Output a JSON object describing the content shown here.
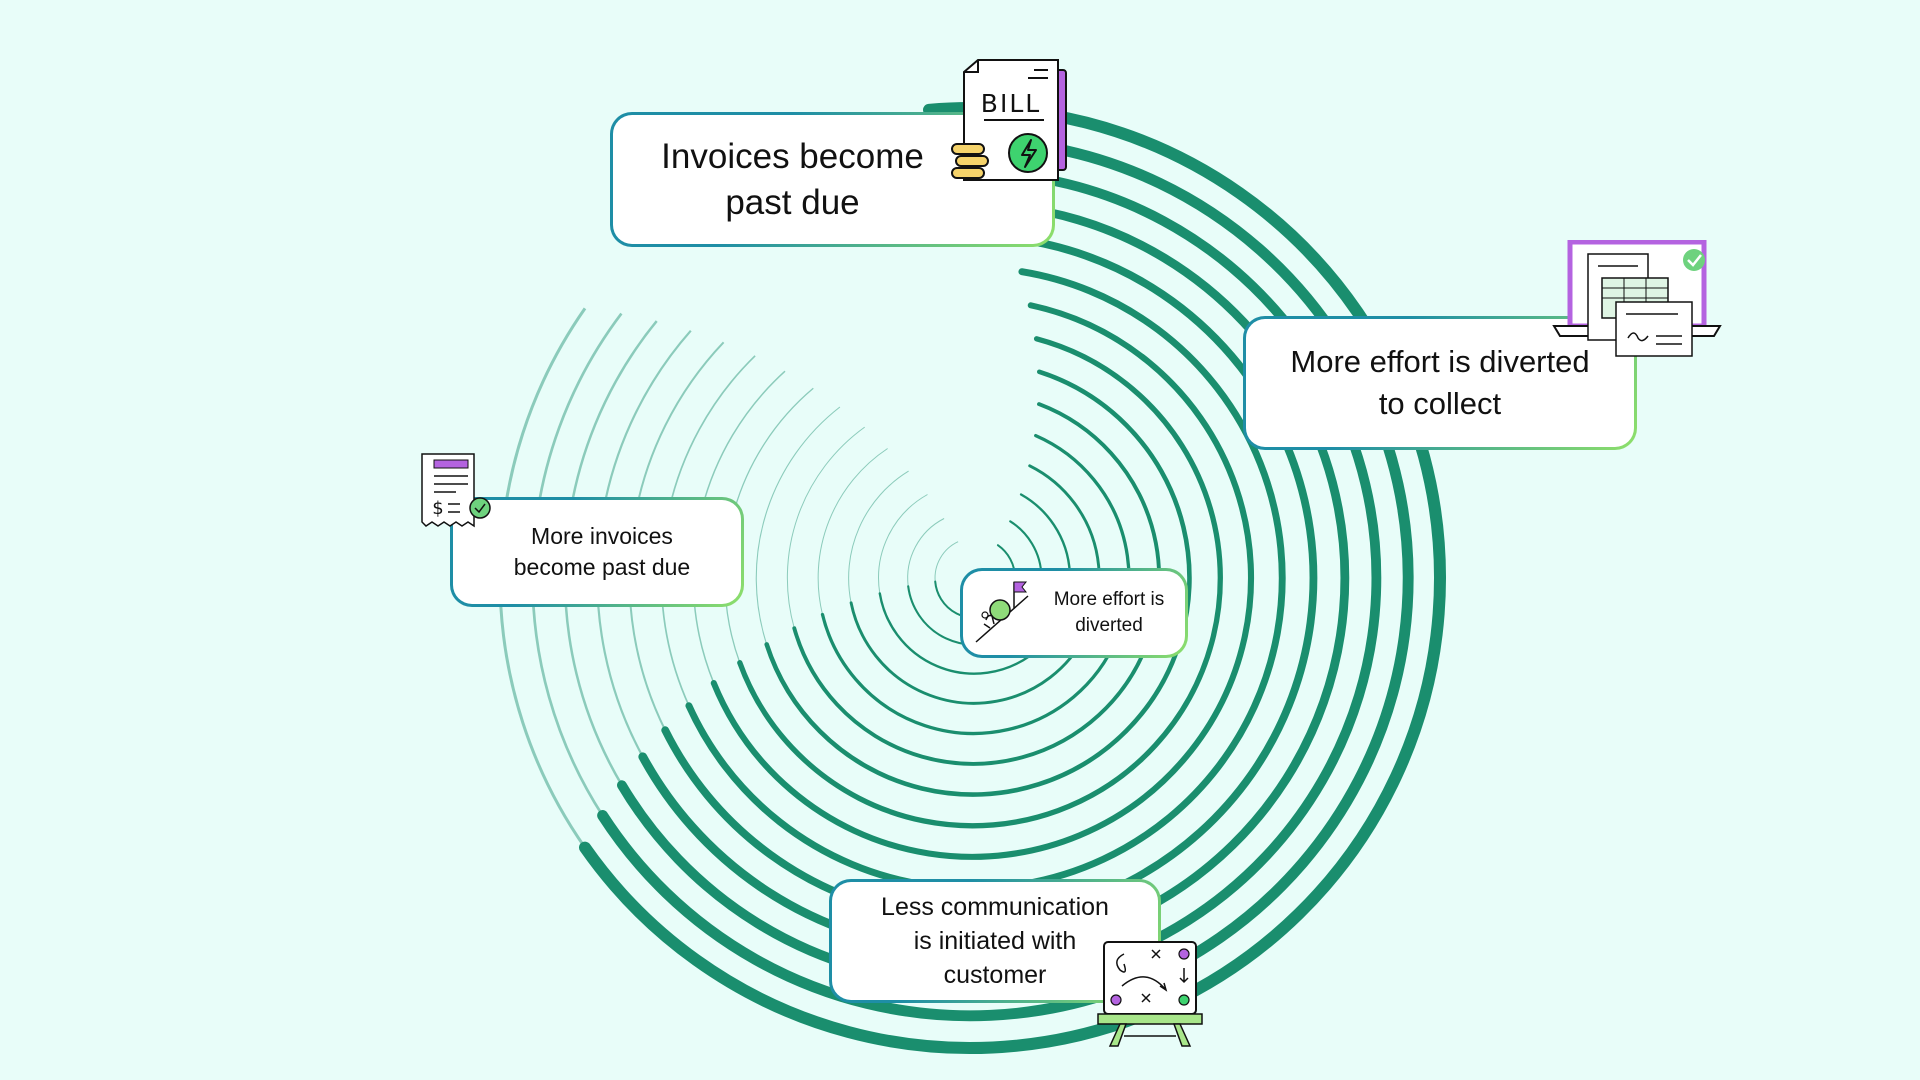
{
  "colors": {
    "background": "#e8fdf9",
    "spiral": "#1a8e6e",
    "card_border_start": "#1e8ea6",
    "card_border_end": "#8fe06a",
    "accent_purple": "#b463e0",
    "accent_green": "#3ed36f",
    "accent_yellow": "#f5d36b"
  },
  "cards": [
    {
      "text": "Invoices become\npast due",
      "icon": "bill-icon"
    },
    {
      "text": "More effort is diverted\nto collect",
      "icon": "laptop-documents-icon"
    },
    {
      "text": "More invoices\nbecome past due",
      "icon": "receipt-icon"
    },
    {
      "text": "More effort is\ndiverted",
      "icon": "uphill-boulder-icon"
    },
    {
      "text": "Less communication\nis initiated with\ncustomer",
      "icon": "whiteboard-icon"
    }
  ],
  "bill_icon": {
    "label": "BILL"
  }
}
